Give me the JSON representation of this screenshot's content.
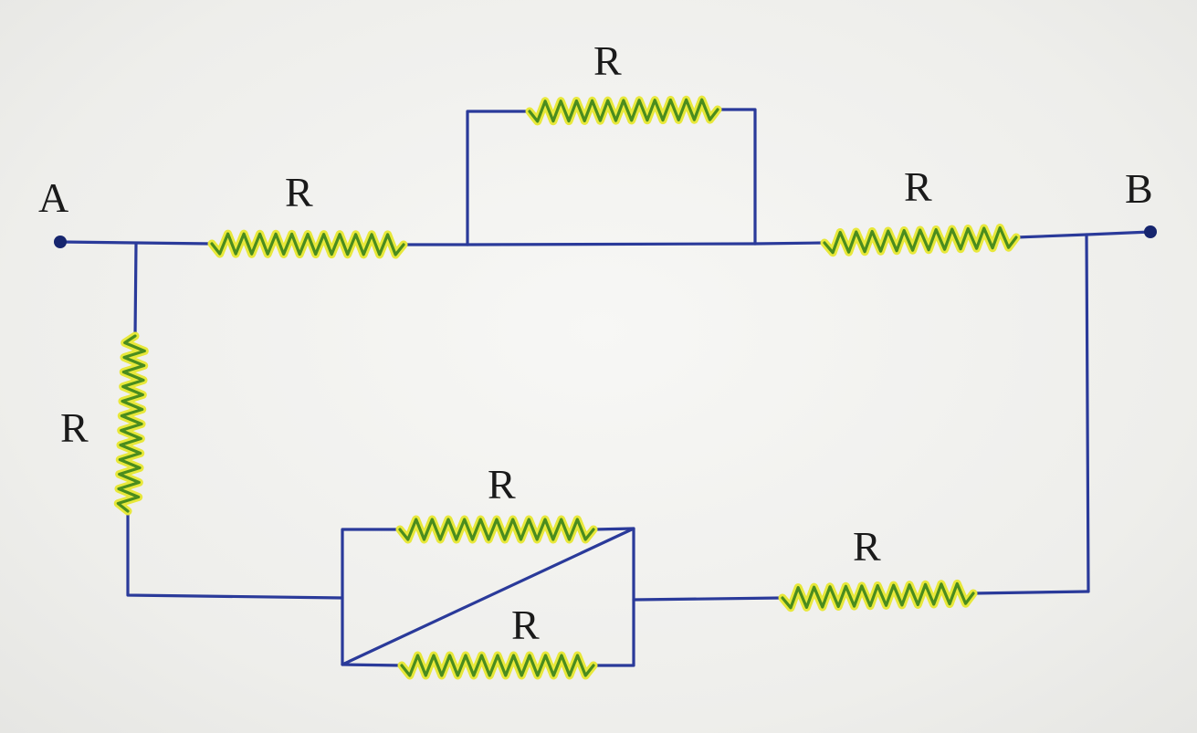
{
  "terminals": {
    "a": "A",
    "b": "B"
  },
  "resistors": {
    "top_parallel": "R",
    "left_series": "R",
    "right_series": "R",
    "left_vertical": "R",
    "bottom_box_upper": "R",
    "bottom_box_lower": "R",
    "bottom_right": "R"
  },
  "colors": {
    "wire": "#2a3a9a",
    "resistor_outer": "#e8e83a",
    "resistor_inner": "#4a8c1e",
    "node": "#16256e"
  }
}
